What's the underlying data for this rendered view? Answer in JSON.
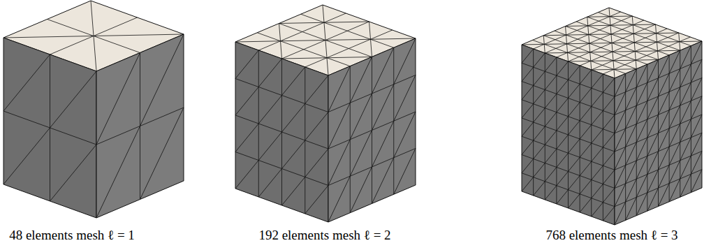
{
  "diagram": {
    "labels": [
      "48 elements mesh ℓ = 1",
      "192 elements mesh ℓ = 2",
      "768 elements mesh ℓ = 3"
    ]
  }
}
